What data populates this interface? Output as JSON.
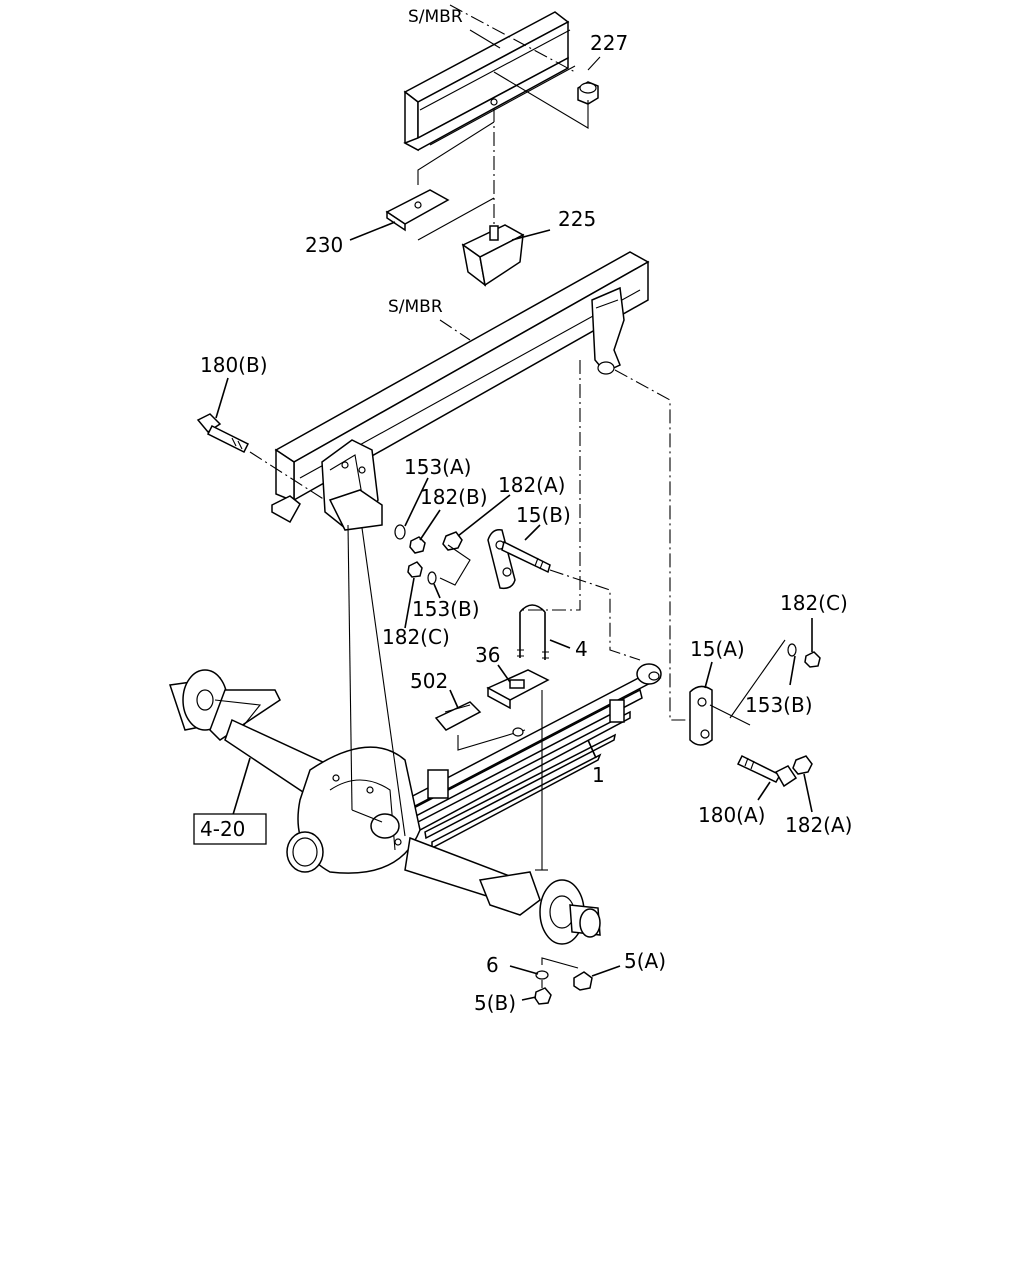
{
  "labels": {
    "smbr_top": "S/MBR",
    "smbr_mid": "S/MBR",
    "p227": "227",
    "p225": "225",
    "p230": "230",
    "p180b": "180(B)",
    "p153a": "153(A)",
    "p182b": "182(B)",
    "p182a_top": "182(A)",
    "p15b": "15(B)",
    "p153b_left": "153(B)",
    "p182c_left": "182(C)",
    "p4": "4",
    "p36": "36",
    "p502": "502",
    "p182c_right": "182(C)",
    "p15a": "15(A)",
    "p153b_right": "153(B)",
    "p1": "1",
    "p180a": "180(A)",
    "p182a_bottom": "182(A)",
    "ref_4_20": "4-20",
    "p6": "6",
    "p5a": "5(A)",
    "p5b": "5(B)"
  }
}
